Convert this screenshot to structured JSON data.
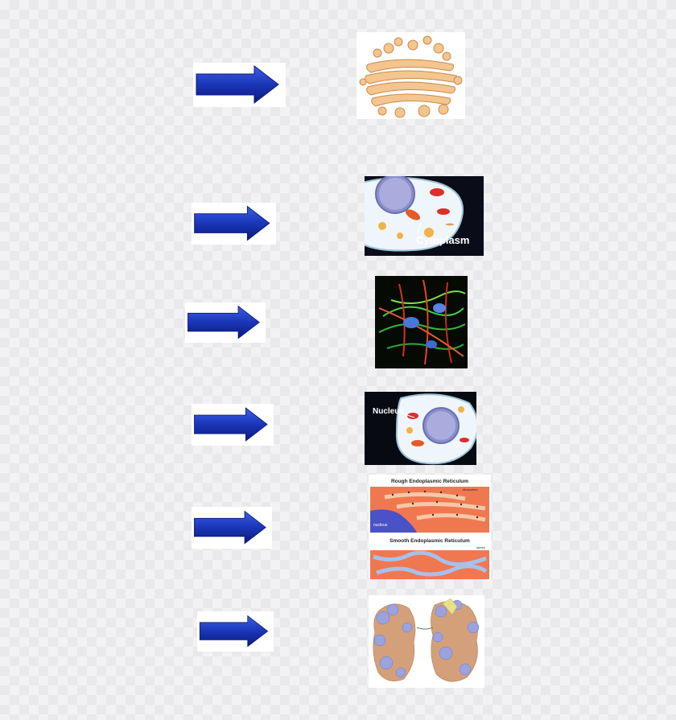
{
  "rows": [
    {
      "arrow": "right-arrow",
      "image": "golgi-apparatus-illustration"
    },
    {
      "arrow": "right-arrow",
      "image": "cytoplasm-illustration",
      "label": "Cytoplasm"
    },
    {
      "arrow": "right-arrow",
      "image": "cytoskeleton-fluorescence-micrograph"
    },
    {
      "arrow": "right-arrow",
      "image": "nucleus-illustration",
      "label": "Nucleus"
    },
    {
      "arrow": "right-arrow",
      "image": "endoplasmic-reticulum-diagram",
      "titles": [
        "Rough Endoplasmic Reticulum",
        "Smooth Endoplasmic Reticulum"
      ],
      "small_labels": [
        "ribosomes",
        "nucleus",
        "lumen"
      ]
    },
    {
      "arrow": "right-arrow",
      "image": "ribosome-molecular-model"
    }
  ],
  "colors": {
    "arrow_fill": "#1a36b8",
    "arrow_dark": "#0b1a7a",
    "arrow_light": "#4060e0"
  }
}
